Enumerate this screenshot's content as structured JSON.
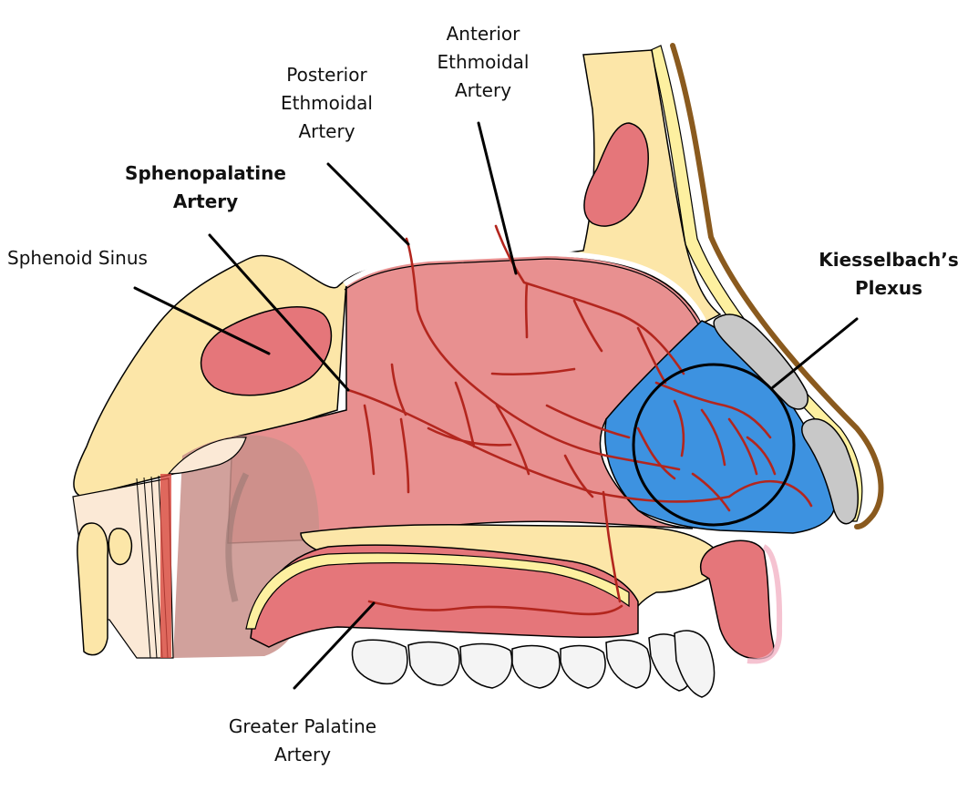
{
  "labels": {
    "anterior_ethmoidal": [
      "Anterior",
      "Ethmoidal",
      "Artery"
    ],
    "posterior_ethmoidal": [
      "Posterior",
      "Ethmoidal",
      "Artery"
    ],
    "sphenopalatine": [
      "Sphenopalatine",
      "Artery"
    ],
    "sphenoid_sinus": "Sphenoid Sinus",
    "kiesselbach": [
      "Kiesselbach’s",
      "Plexus"
    ],
    "greater_palatine": [
      "Greater Palatine",
      "Artery"
    ]
  },
  "colors": {
    "bone": "#fce6a8",
    "mucosa": "#e89090",
    "sinus": "#e5767a",
    "artery": "#b3261e",
    "plexus": "#3d92e0",
    "skin_outline": "#8a5a1e",
    "cartilage": "#c8c8c8",
    "teeth": "#f4f4f4"
  }
}
